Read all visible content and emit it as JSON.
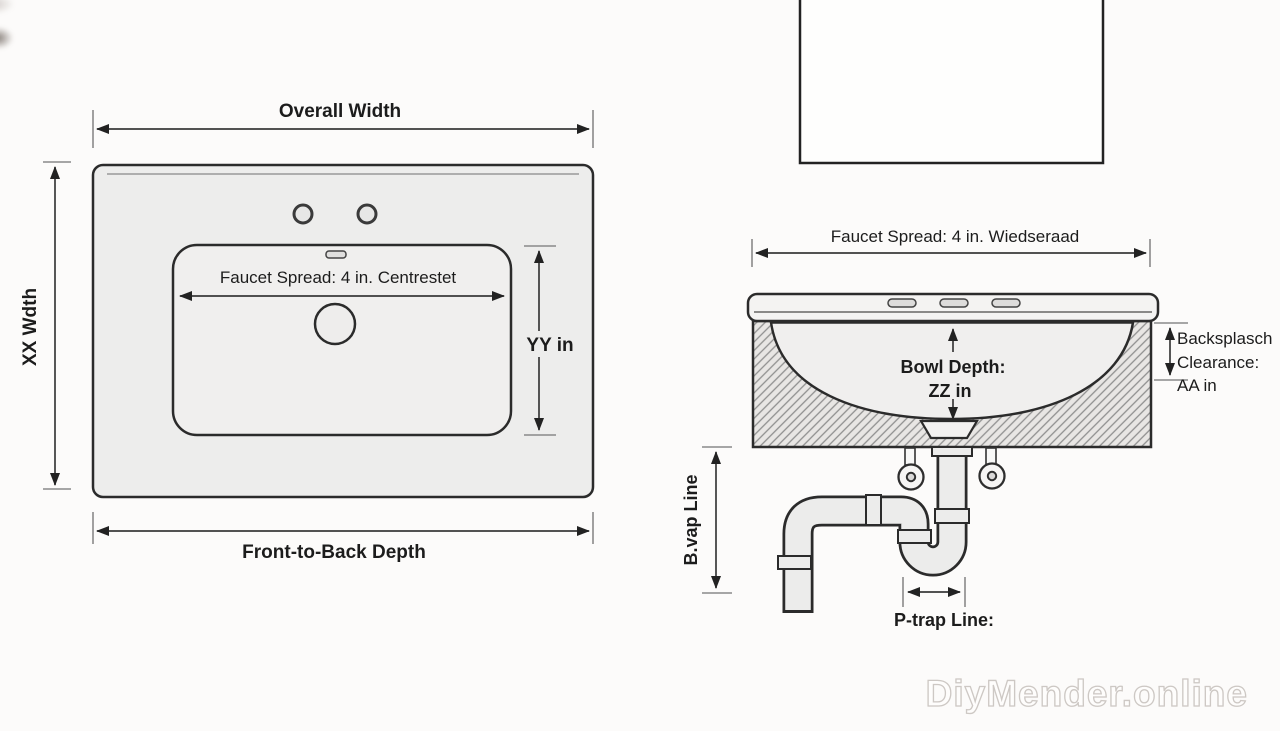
{
  "watermark": "DiyMender.online",
  "top_view": {
    "overall_width_label": "Overall Width",
    "side_width_label": "XX Wdth",
    "faucet_spread_label": "Faucet Spread: 4 in. Centrestet",
    "basin_height_label": "YY in",
    "front_to_back_label": "Front-to-Back Depth"
  },
  "section_view": {
    "faucet_spread_label": "Faucet Spread: 4 in. Wiedseraad",
    "bowl_depth_label_line1": "Bowl Depth:",
    "bowl_depth_label_line2": "ZZ in",
    "backsplash_label_line1": "Backsplasch",
    "backsplash_label_line2": "Clearance:",
    "backsplash_label_line3": "AA in",
    "trap_height_label": "B.vap Line",
    "ptrap_label": "P-trap Line:"
  },
  "colors": {
    "line": "#2b2b2b",
    "dim_line": "#3a3a3a",
    "tick": "#8a8a8a",
    "sink_fill": "#ededec",
    "bowl_fill": "#f0efee",
    "hatch_bg": "#e8e6e4",
    "hatch_line": "#8f8f8f",
    "background": "#fcfbfa"
  }
}
